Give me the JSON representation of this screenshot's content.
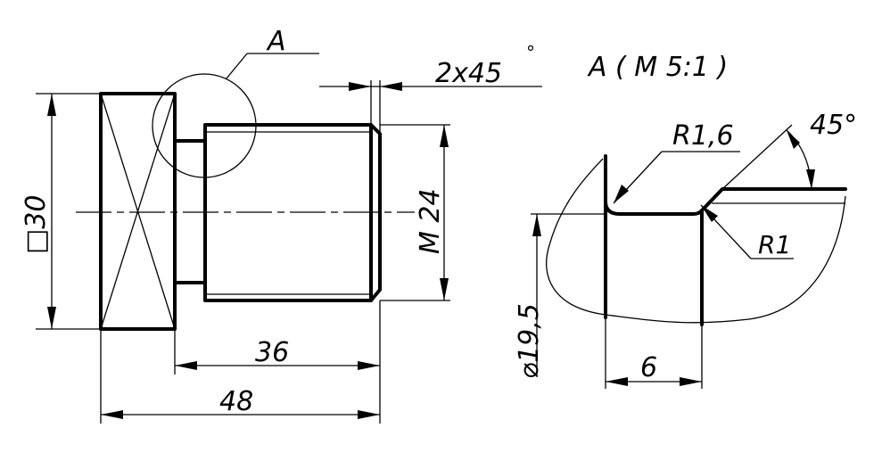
{
  "labels": {
    "detail_callout": "A",
    "chamfer": "2x45",
    "chamfer_degree": "°",
    "detail_title": "A ( M 5:1 )",
    "radius_outer": "R1,6",
    "angle": "45°",
    "radius_inner": "R1",
    "square_size": "□30",
    "thread": "M 24",
    "diameter": "⌀19,5",
    "length_thread": "36",
    "length_total": "48",
    "groove_width": "6"
  }
}
